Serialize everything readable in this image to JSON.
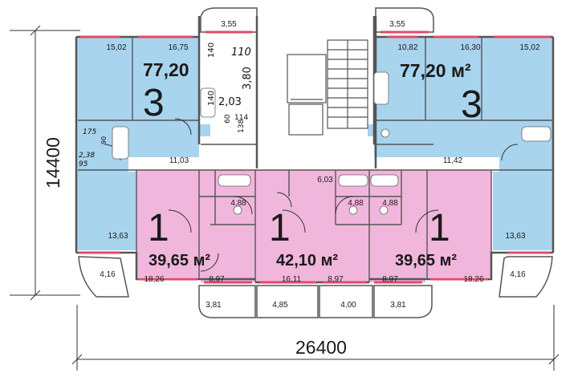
{
  "dimensions": {
    "height": "14400",
    "width": "26400"
  },
  "apartments": [
    {
      "id": "3-left",
      "rooms": "3",
      "area": "77,20"
    },
    {
      "id": "3-right",
      "rooms": "3",
      "area": "77,20 м²"
    },
    {
      "id": "1-left",
      "rooms": "1",
      "area": "39,65 м²"
    },
    {
      "id": "1-center",
      "rooms": "1",
      "area": "42,10 м²"
    },
    {
      "id": "1-right",
      "rooms": "1",
      "area": "39,65 м²"
    }
  ],
  "room_areas": {
    "left_top_balcony": "3,55",
    "right_top_balcony": "3,55",
    "left_room_a": "15,02",
    "left_room_b": "16,75",
    "right_room_b": "16,30",
    "right_room_a": "15,02",
    "right_kitchen": "10,82",
    "left_hall": "11,03",
    "right_hall": "11,42",
    "center_small": "6,03",
    "bath_1": "4,88",
    "bath_2": "4,88",
    "bath_3": "4,88",
    "left_room_c": "13,63",
    "right_room_c": "13,63",
    "left_corner_balcony": "4,16",
    "right_corner_balcony": "4,16",
    "left_room_d": "18,26",
    "kitchen_1": "8,97",
    "center_room": "16,11",
    "kitchen_2": "8,97",
    "kitchen_3": "8,97",
    "right_room_d": "18,26",
    "bottom_balcony_1": "3,81",
    "bottom_balcony_2": "4,85",
    "bottom_balcony_3": "4,00",
    "bottom_balcony_4": "3,81"
  },
  "handwritten": {
    "h140a": "140",
    "h110": "110",
    "h380": "3,80",
    "h140b": "140",
    "h203": "2,03",
    "h60": "60",
    "h114": "114",
    "h138": "138",
    "h175": "175",
    "h90": "90",
    "h238": "2,38",
    "h95": "95"
  },
  "colors": {
    "three_room": "#a8d4ee",
    "one_room": "#f1b6dc",
    "wall": "#555555",
    "window": "#e24a68"
  }
}
